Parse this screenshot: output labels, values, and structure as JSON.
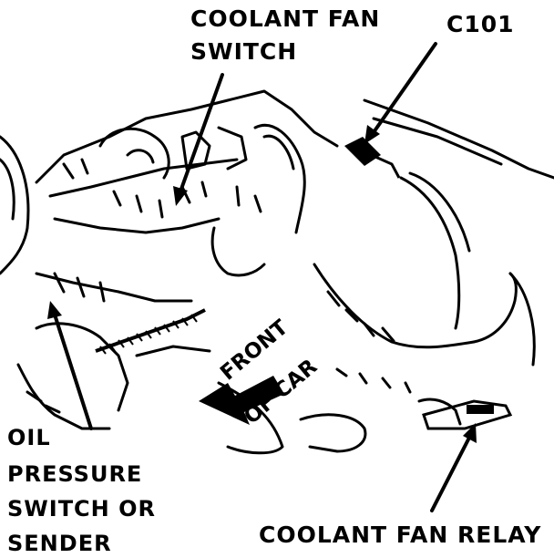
{
  "title": "",
  "labels": {
    "coolant_fan_switch_line1": "COOLANT FAN",
    "coolant_fan_switch_line2": "SWITCH",
    "c101": "C101",
    "oil_line1": "OIL",
    "oil_line2": "PRESSURE",
    "oil_line3": "SWITCH OR",
    "oil_line4": "SENDER",
    "coolant_fan_relay": "COOLANT FAN RELAY",
    "front_line1": "FRONT",
    "front_line2": "OF CAR"
  },
  "colors": {
    "ink": "#000000",
    "paper": "#ffffff"
  }
}
